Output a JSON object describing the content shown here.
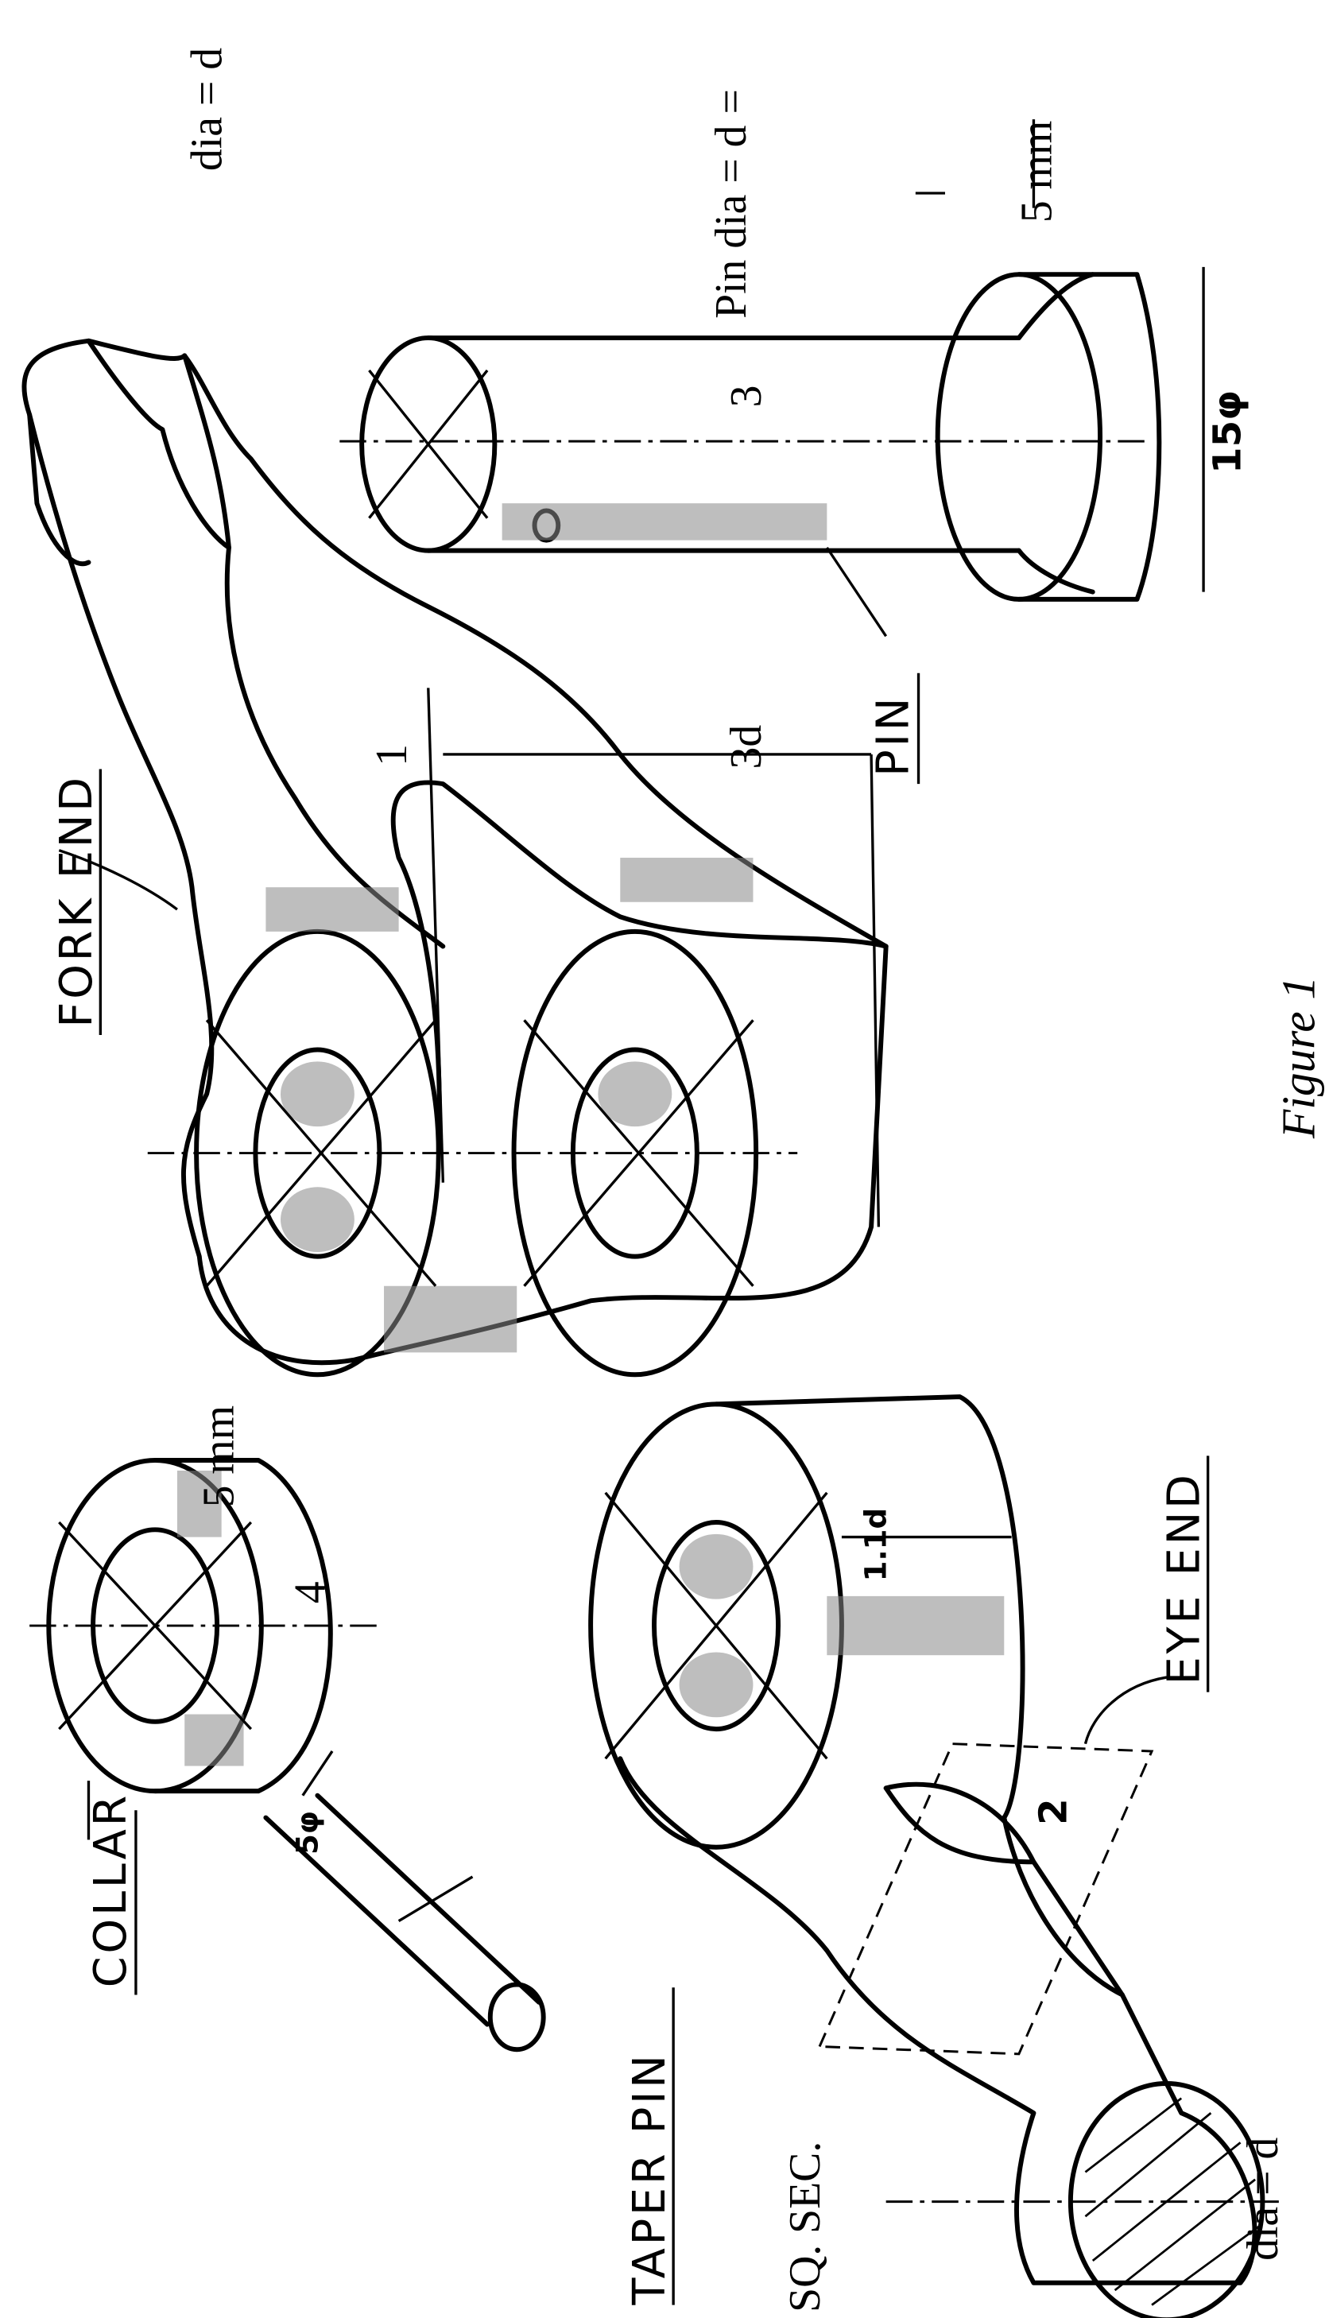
{
  "figure": {
    "caption": "Figure 1",
    "parts": {
      "fork_end": {
        "label": "FORK END",
        "dia_label": "dia = d",
        "dim_1": "1",
        "dim_3d": "3d",
        "dim_5mm": "5 mm"
      },
      "pin": {
        "label": "PIN",
        "dia_label": "Pin dia = d =",
        "number": "3",
        "head_dia": "15φ",
        "dim_5mm": "5 mm"
      },
      "collar": {
        "label": "COLLAR",
        "number": "4"
      },
      "taper_pin": {
        "label": "TAPER PIN",
        "dia": "5φ"
      },
      "eye_end": {
        "label": "EYE END",
        "number": "2",
        "dim_thickness": "1.1d",
        "sq_sec": "SQ. SEC.",
        "dia_label": "dia = d"
      }
    }
  }
}
